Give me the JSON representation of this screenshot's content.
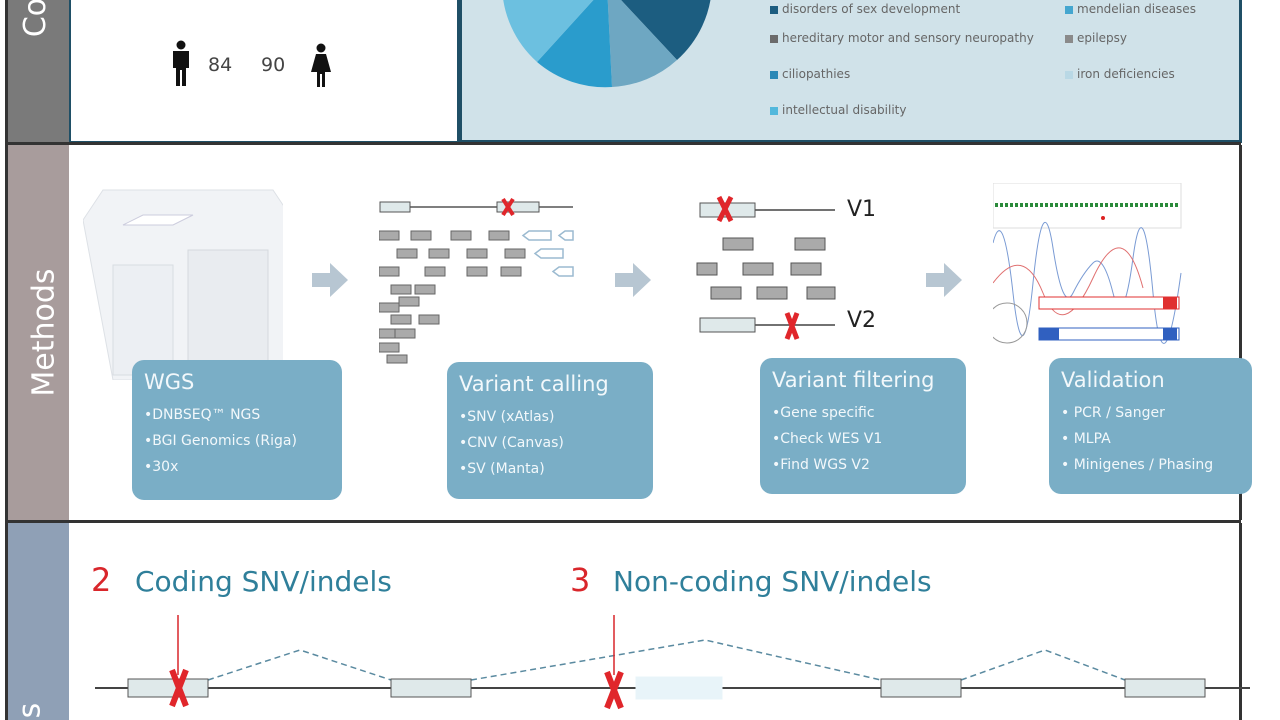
{
  "cohort": {
    "section_label": "Co",
    "male_count": "84",
    "female_count": "90"
  },
  "pie_legend": [
    {
      "label": "disorders of sex development",
      "color": "#1c5d80"
    },
    {
      "label": "mendelian diseases",
      "color": "#44a6cf"
    },
    {
      "label": "hereditary motor and sensory neuropathy",
      "color": "#6b6b6b"
    },
    {
      "label": "epilepsy",
      "color": "#8a8a8a"
    },
    {
      "label": "ciliopathies",
      "color": "#2a88b6"
    },
    {
      "label": "iron deficiencies",
      "color": "#b9d8e5"
    },
    {
      "label": "intellectual disability",
      "color": "#52b8dc"
    }
  ],
  "methods": {
    "section_label": "Methods",
    "steps": [
      {
        "title": "WGS",
        "items": [
          "•DNBSEQ™ NGS",
          "•BGI Genomics (Riga)",
          "•30x"
        ]
      },
      {
        "title": "Variant calling",
        "items": [
          "•SNV (xAtlas)",
          "•CNV (Canvas)",
          "•SV (Manta)"
        ]
      },
      {
        "title": "Variant filtering",
        "items": [
          "•Gene specific",
          "•Check WES V1",
          "•Find WGS V2"
        ]
      },
      {
        "title": "Validation",
        "items": [
          "• PCR / Sanger",
          "• MLPA",
          "• Minigenes / Phasing"
        ]
      }
    ],
    "v1": "V1",
    "v2": "V2"
  },
  "results": {
    "section_label": "s",
    "coding_num": "2",
    "coding_label": "Coding SNV/indels",
    "noncoding_num": "3",
    "noncoding_label": "Non-coding SNV/indels"
  }
}
